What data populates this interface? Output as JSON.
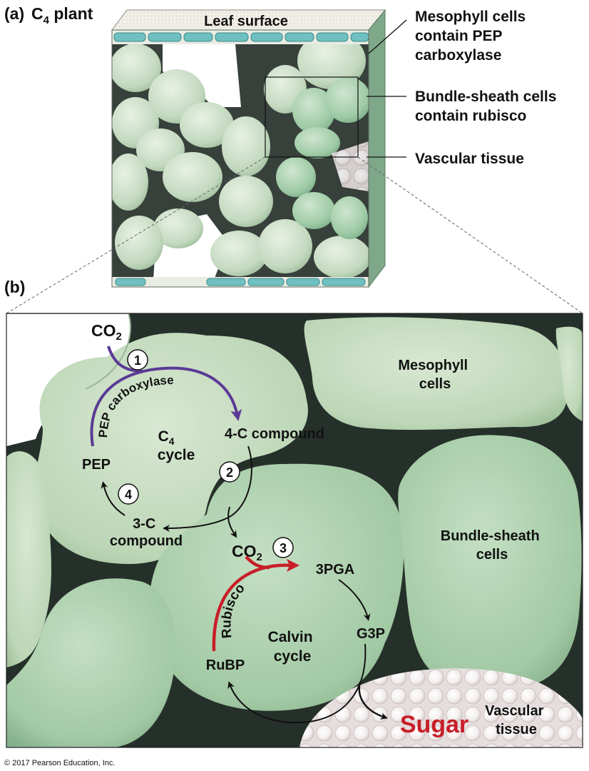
{
  "panel_a": {
    "letter": "(a)",
    "title_main": "C",
    "title_sub": "4",
    "title_rest": " plant",
    "leaf_surface": "Leaf surface",
    "labels": {
      "mesophyll": [
        "Mesophyll cells",
        "contain PEP",
        "carboxylase"
      ],
      "bundle_sheath": [
        "Bundle-sheath cells",
        "contain rubisco"
      ],
      "vascular": "Vascular tissue"
    }
  },
  "panel_b": {
    "letter": "(b)",
    "co2_top": "CO",
    "co2_top_sub": "2",
    "step1": "1",
    "step2": "2",
    "step3": "3",
    "step4": "4",
    "pep_carboxylase": "PEP carboxylase",
    "c4_cycle_main": "C",
    "c4_cycle_sub": "4",
    "c4_cycle_word": "cycle",
    "four_c": "4-C compound",
    "pep": "PEP",
    "three_c_line1": "3-C",
    "three_c_line2": "compound",
    "co2_mid": "CO",
    "co2_mid_sub": "2",
    "three_pga": "3PGA",
    "rubisco": "Rubisco",
    "calvin_line1": "Calvin",
    "calvin_line2": "cycle",
    "g3p": "G3P",
    "rubp": "RuBP",
    "sugar": "Sugar",
    "mesophyll_line1": "Mesophyll",
    "mesophyll_line2": "cells",
    "bundle_line1": "Bundle-sheath",
    "bundle_line2": "cells",
    "vascular_line1": "Vascular",
    "vascular_line2": "tissue"
  },
  "copyright": "© 2017 Pearson Education, Inc.",
  "colors": {
    "cell_fill": "#c6dcc2",
    "cell_highlight": "#e4efe0",
    "bundle_fill": "#9dc8a4",
    "dark_gap": "#262f28",
    "epidermis": "#6fc0c0",
    "pep_arrow": "#5b3a96",
    "rubisco_arrow": "#c81e28",
    "sugar_text": "#c81e28"
  }
}
